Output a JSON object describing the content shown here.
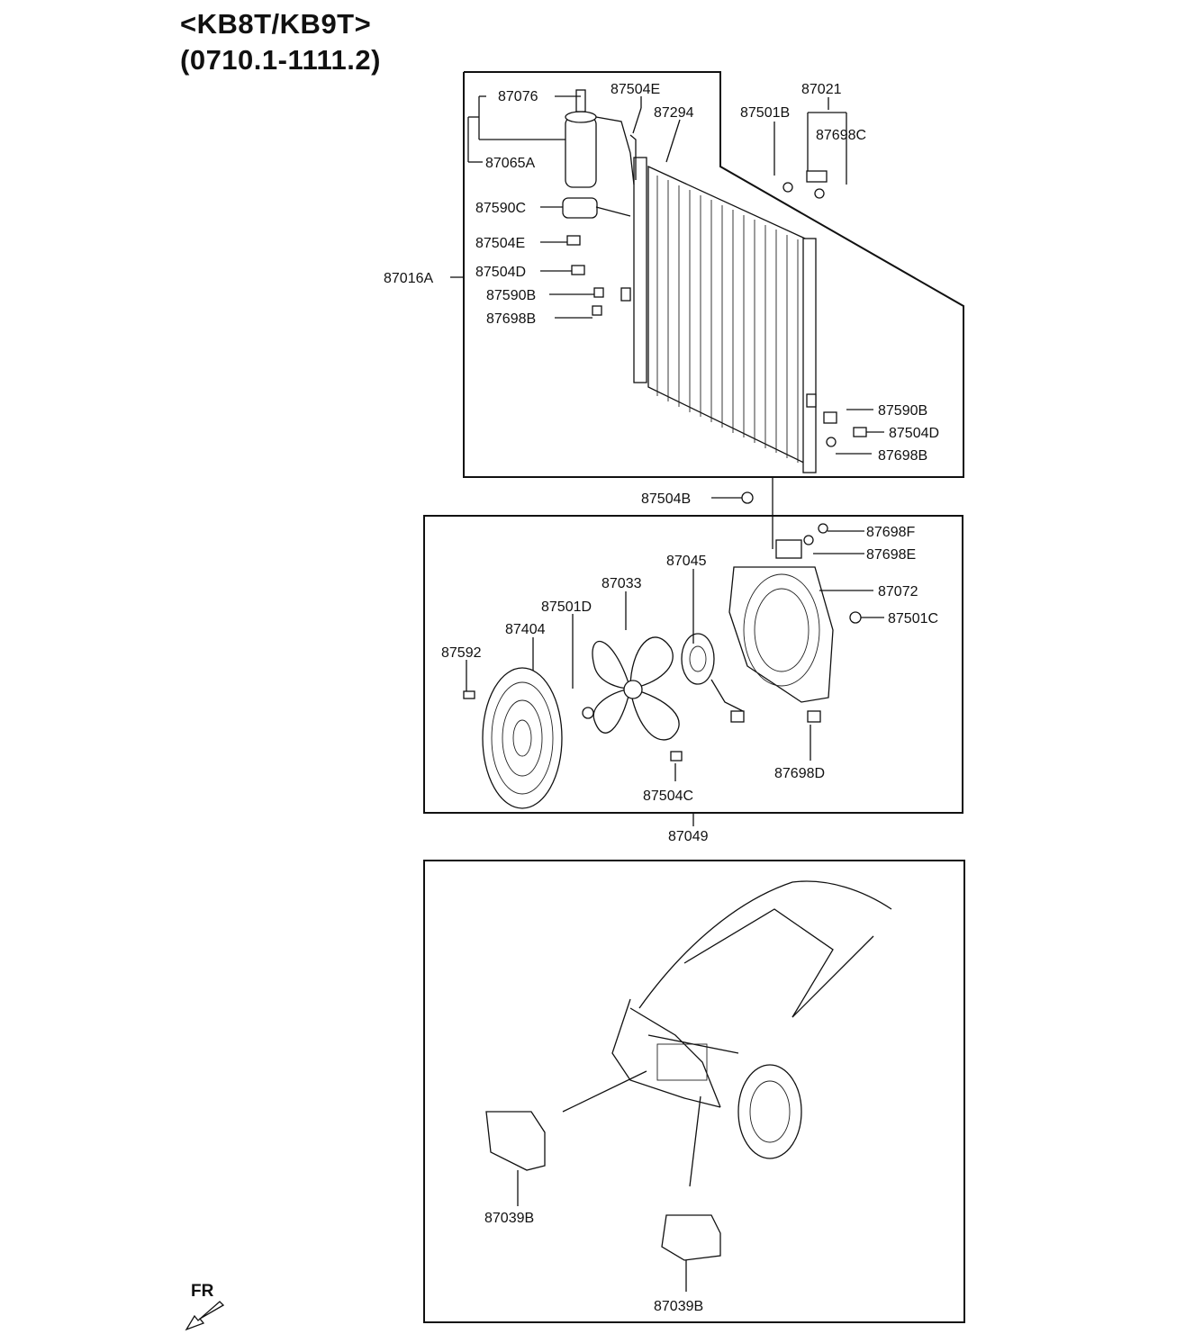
{
  "title": {
    "line1": "<KB8T/KB9T>",
    "line2": "(0710.1-1111.2)"
  },
  "direction_indicator": "FR",
  "labels": {
    "p87076": "87076",
    "p87504E_top": "87504E",
    "p87294": "87294",
    "p87021": "87021",
    "p87501B": "87501B",
    "p87698C": "87698C",
    "p87065A": "87065A",
    "p87590C": "87590C",
    "p87504E_mid": "87504E",
    "p87016A": "87016A",
    "p87504D_left": "87504D",
    "p87590B_left": "87590B",
    "p87698B_left": "87698B",
    "p87590B_right": "87590B",
    "p87504D_right": "87504D",
    "p87698B_right": "87698B",
    "p87504B": "87504B",
    "p87698F": "87698F",
    "p87698E": "87698E",
    "p87045": "87045",
    "p87033": "87033",
    "p87072": "87072",
    "p87501D": "87501D",
    "p87501C": "87501C",
    "p87404": "87404",
    "p87592": "87592",
    "p87698D": "87698D",
    "p87504C": "87504C",
    "p87049": "87049",
    "p87039B_left": "87039B",
    "p87039B_right": "87039B"
  }
}
